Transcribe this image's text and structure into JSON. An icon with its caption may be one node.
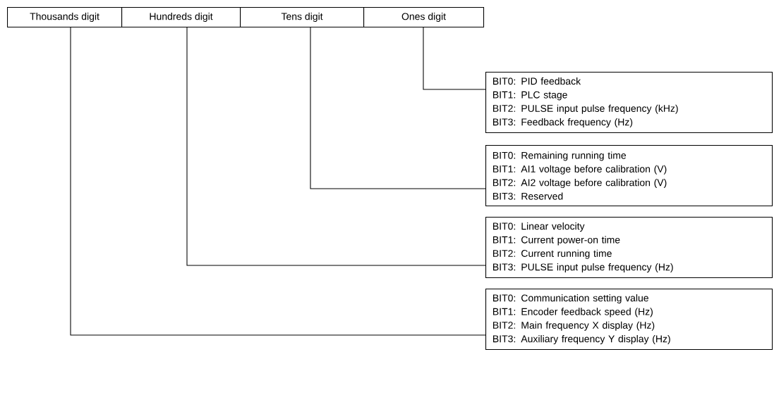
{
  "diagram": {
    "nodes": [
      {
        "text": [
          "Thousands digit"
        ]
      },
      {
        "text": [
          "Hundreds digit"
        ]
      },
      {
        "text": [
          "Tens digit"
        ]
      },
      {
        "text": [
          "Ones digit"
        ]
      },
      {
        "text": [
          "BIT0: PID feedback",
          "BIT1: PLC stage",
          "BIT2: PULSE input pulse frequency (kHz)",
          "BIT3: Feedback frequency (Hz)"
        ]
      },
      {
        "text": [
          "BIT0: Remaining running time",
          "BIT1: AI1 voltage before calibration (V)",
          "BIT2: AI2 voltage before calibration (V)",
          "BIT3: Reserved"
        ]
      },
      {
        "text": [
          "BIT0: Linear velocity",
          "BIT1: Current power-on time",
          "BIT2: Current running time",
          "BIT3: PULSE input pulse frequency (Hz)"
        ]
      },
      {
        "text": [
          "BIT0: Communication setting value",
          "BIT1: Encoder feedback speed (Hz)",
          "BIT2: Main frequency X display (Hz)",
          "BIT3: Auxiliary frequency Y display (Hz)"
        ]
      }
    ],
    "edges": [
      {
        "from": 3,
        "to": 4,
        "arrow": "none"
      },
      {
        "from": 2,
        "to": 5,
        "arrow": "none"
      },
      {
        "from": 1,
        "to": 6,
        "arrow": "none"
      },
      {
        "from": 0,
        "to": 7,
        "arrow": "none"
      }
    ]
  }
}
